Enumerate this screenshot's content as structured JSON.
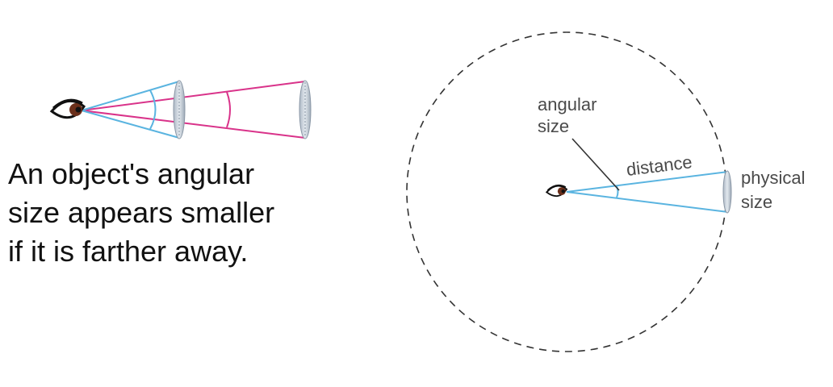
{
  "caption": {
    "lines": [
      "An object's angular",
      "size appears smaller",
      "if it is farther away."
    ]
  },
  "labels": {
    "angular_size": [
      "angular",
      "size"
    ],
    "distance": "distance",
    "physical_size": [
      "physical",
      "size"
    ]
  },
  "colors": {
    "near_rays": "#5ab4e0",
    "far_rays": "#d9338a",
    "object_fill": "#c7d0da",
    "circle_stroke": "#333333",
    "pointer_line": "#333333",
    "eye_iris": "#6b2f1a"
  },
  "icons": {
    "left_eye": "eye-icon",
    "right_eye": "eye-icon",
    "objects": "disc-object"
  }
}
